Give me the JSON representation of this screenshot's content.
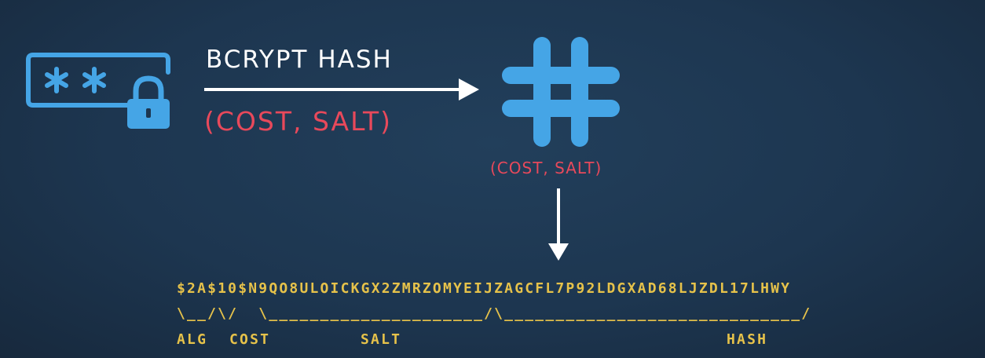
{
  "diagram": {
    "process_label": "BCRYPT HASH",
    "params_label": "(COST, SALT)",
    "hash_params_label": "(COST, SALT)",
    "hash_string": "$2A$10$N9QO8ULOICKGX2ZMRZOMYEIJZAGCFL7P92LDGXAD68LJZDL17LHWY",
    "bracket_line": "\\__/\\/  \\_____________________/\\_____________________________/",
    "segment_labels": {
      "alg": "ALG",
      "cost": "COST",
      "salt": "SALT",
      "hash": "HASH"
    },
    "password_mask": "**",
    "colors": {
      "background": "#1d3650",
      "icon_blue": "#45a5e6",
      "accent_red": "#e8495b",
      "code_yellow": "#e6c24a",
      "text_white": "#ffffff"
    },
    "icons": [
      "password-field-icon",
      "padlock-icon",
      "hash-symbol-icon"
    ]
  }
}
